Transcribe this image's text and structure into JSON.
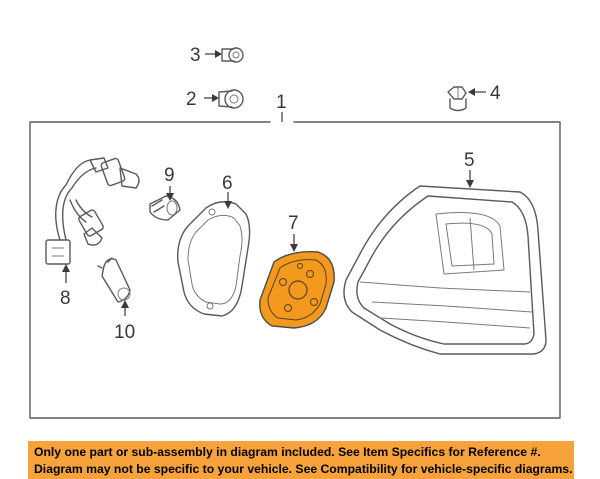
{
  "callouts": {
    "c1": "1",
    "c2": "2",
    "c3": "3",
    "c4": "4",
    "c5": "5",
    "c6": "6",
    "c7": "7",
    "c8": "8",
    "c9": "9",
    "c10": "10"
  },
  "highlight_color": "#f39a1e",
  "notice": {
    "line1": "Only one part or sub-assembly in diagram included. See Item Specifics for Reference #.",
    "line2": "Diagram may not be specific to your vehicle. See Compatibility for vehicle-specific diagrams."
  }
}
